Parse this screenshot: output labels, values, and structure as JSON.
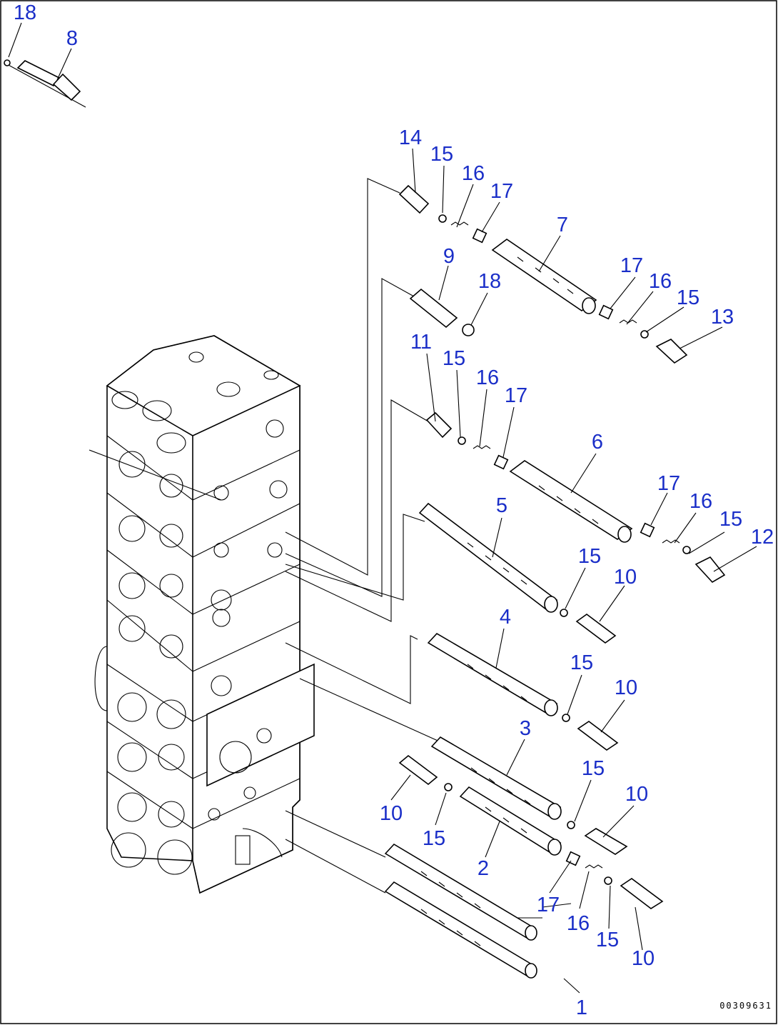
{
  "diagram": {
    "drawing_code": "00309631",
    "callouts": [
      {
        "id": "c18a",
        "label": "18"
      },
      {
        "id": "c8",
        "label": "8"
      },
      {
        "id": "c14",
        "label": "14"
      },
      {
        "id": "c15a",
        "label": "15"
      },
      {
        "id": "c16a",
        "label": "16"
      },
      {
        "id": "c17a",
        "label": "17"
      },
      {
        "id": "c7",
        "label": "7"
      },
      {
        "id": "c9",
        "label": "9"
      },
      {
        "id": "c18b",
        "label": "18"
      },
      {
        "id": "c17b",
        "label": "17"
      },
      {
        "id": "c16b",
        "label": "16"
      },
      {
        "id": "c15b",
        "label": "15"
      },
      {
        "id": "c13",
        "label": "13"
      },
      {
        "id": "c11",
        "label": "11"
      },
      {
        "id": "c15c",
        "label": "15"
      },
      {
        "id": "c16c",
        "label": "16"
      },
      {
        "id": "c17c",
        "label": "17"
      },
      {
        "id": "c6",
        "label": "6"
      },
      {
        "id": "c17d",
        "label": "17"
      },
      {
        "id": "c16d",
        "label": "16"
      },
      {
        "id": "c15d",
        "label": "15"
      },
      {
        "id": "c12",
        "label": "12"
      },
      {
        "id": "c5",
        "label": "5"
      },
      {
        "id": "c15e",
        "label": "15"
      },
      {
        "id": "c10a",
        "label": "10"
      },
      {
        "id": "c4",
        "label": "4"
      },
      {
        "id": "c15f",
        "label": "15"
      },
      {
        "id": "c10b",
        "label": "10"
      },
      {
        "id": "c3",
        "label": "3"
      },
      {
        "id": "c15g",
        "label": "15"
      },
      {
        "id": "c10c",
        "label": "10"
      },
      {
        "id": "c10d",
        "label": "10"
      },
      {
        "id": "c15h",
        "label": "15"
      },
      {
        "id": "c2",
        "label": "2"
      },
      {
        "id": "c17e",
        "label": "17"
      },
      {
        "id": "c16e",
        "label": "16"
      },
      {
        "id": "c15i",
        "label": "15"
      },
      {
        "id": "c10e",
        "label": "10"
      },
      {
        "id": "c1",
        "label": "1"
      }
    ]
  }
}
